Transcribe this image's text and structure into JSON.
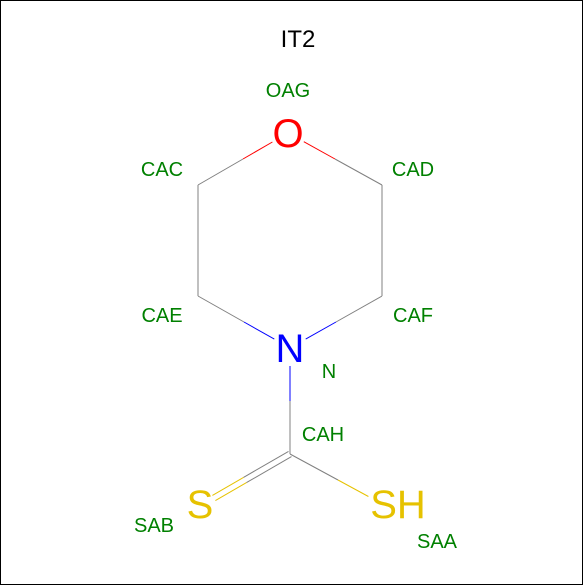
{
  "title": "IT2",
  "colors": {
    "background": "#ffffff",
    "frame": "#000000",
    "bond": "#808080",
    "atom_name": "#008000",
    "oxygen": "#ff0000",
    "nitrogen": "#0000ff",
    "sulfur": "#e6c200"
  },
  "atoms": {
    "OAG": {
      "name": "OAG",
      "symbol": "O"
    },
    "CAC": {
      "name": "CAC"
    },
    "CAD": {
      "name": "CAD"
    },
    "CAE": {
      "name": "CAE"
    },
    "CAF": {
      "name": "CAF"
    },
    "N": {
      "name": "N",
      "symbol": "N"
    },
    "CAH": {
      "name": "CAH"
    },
    "SAB": {
      "name": "SAB",
      "symbol": "S"
    },
    "SAA": {
      "name": "SAA",
      "symbol": "SH"
    }
  },
  "bonds": [
    {
      "a": "OAG",
      "b": "CAC",
      "order": 1
    },
    {
      "a": "OAG",
      "b": "CAD",
      "order": 1
    },
    {
      "a": "CAC",
      "b": "CAE",
      "order": 1
    },
    {
      "a": "CAD",
      "b": "CAF",
      "order": 1
    },
    {
      "a": "CAE",
      "b": "N",
      "order": 1
    },
    {
      "a": "CAF",
      "b": "N",
      "order": 1
    },
    {
      "a": "N",
      "b": "CAH",
      "order": 1
    },
    {
      "a": "CAH",
      "b": "SAB",
      "order": 2
    },
    {
      "a": "CAH",
      "b": "SAA",
      "order": 1
    }
  ]
}
